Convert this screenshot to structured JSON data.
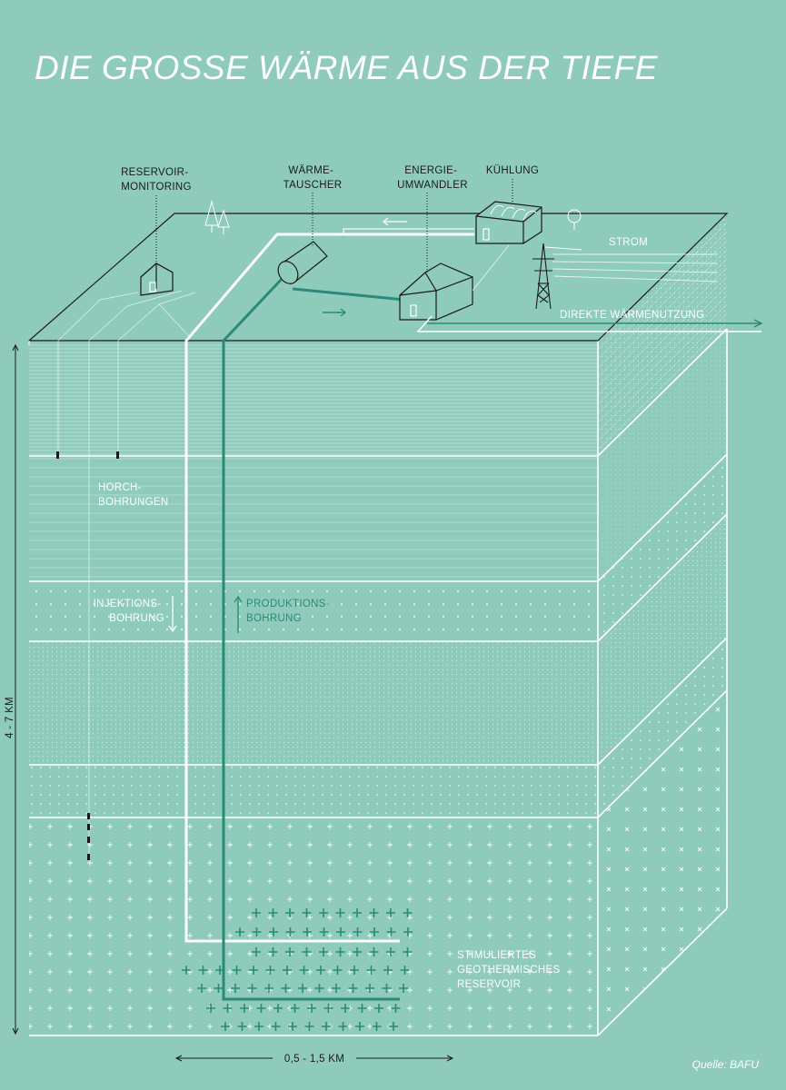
{
  "title": "DIE GROSSE WÄRME AUS DER TIEFE",
  "labels": {
    "reservoir_monitoring": [
      "RESERVOIR-",
      "MONITORING"
    ],
    "waermetauscher": [
      "WÄRME-",
      "TAUSCHER"
    ],
    "energieumwandler": [
      "ENERGIE-",
      "UMWANDLER"
    ],
    "kuehlung": "KÜHLUNG",
    "strom": "STROM",
    "direkte_waermenutzung": "DIREKTE WÄRMENUTZUNG",
    "horchbohrungen": [
      "HORCH-",
      "BOHRUNGEN"
    ],
    "injektionsbohrung": [
      "INJEKTIONS-",
      "BOHRUNG"
    ],
    "produktionsbohrung": [
      "PRODUKTIONS-",
      "BOHRUNG"
    ],
    "reservoir": [
      "STIMULIERTES",
      "GEOTHERMISCHES",
      "RESERVOIR"
    ]
  },
  "depth_label": "4 - 7 KM",
  "width_label": "0,5 - 1,5 KM",
  "source": "Quelle: BAFU",
  "colors": {
    "background": "#8ecbbb",
    "white": "#ffffff",
    "teal": "#2a8a7a",
    "outline": "#1a1a1a"
  }
}
